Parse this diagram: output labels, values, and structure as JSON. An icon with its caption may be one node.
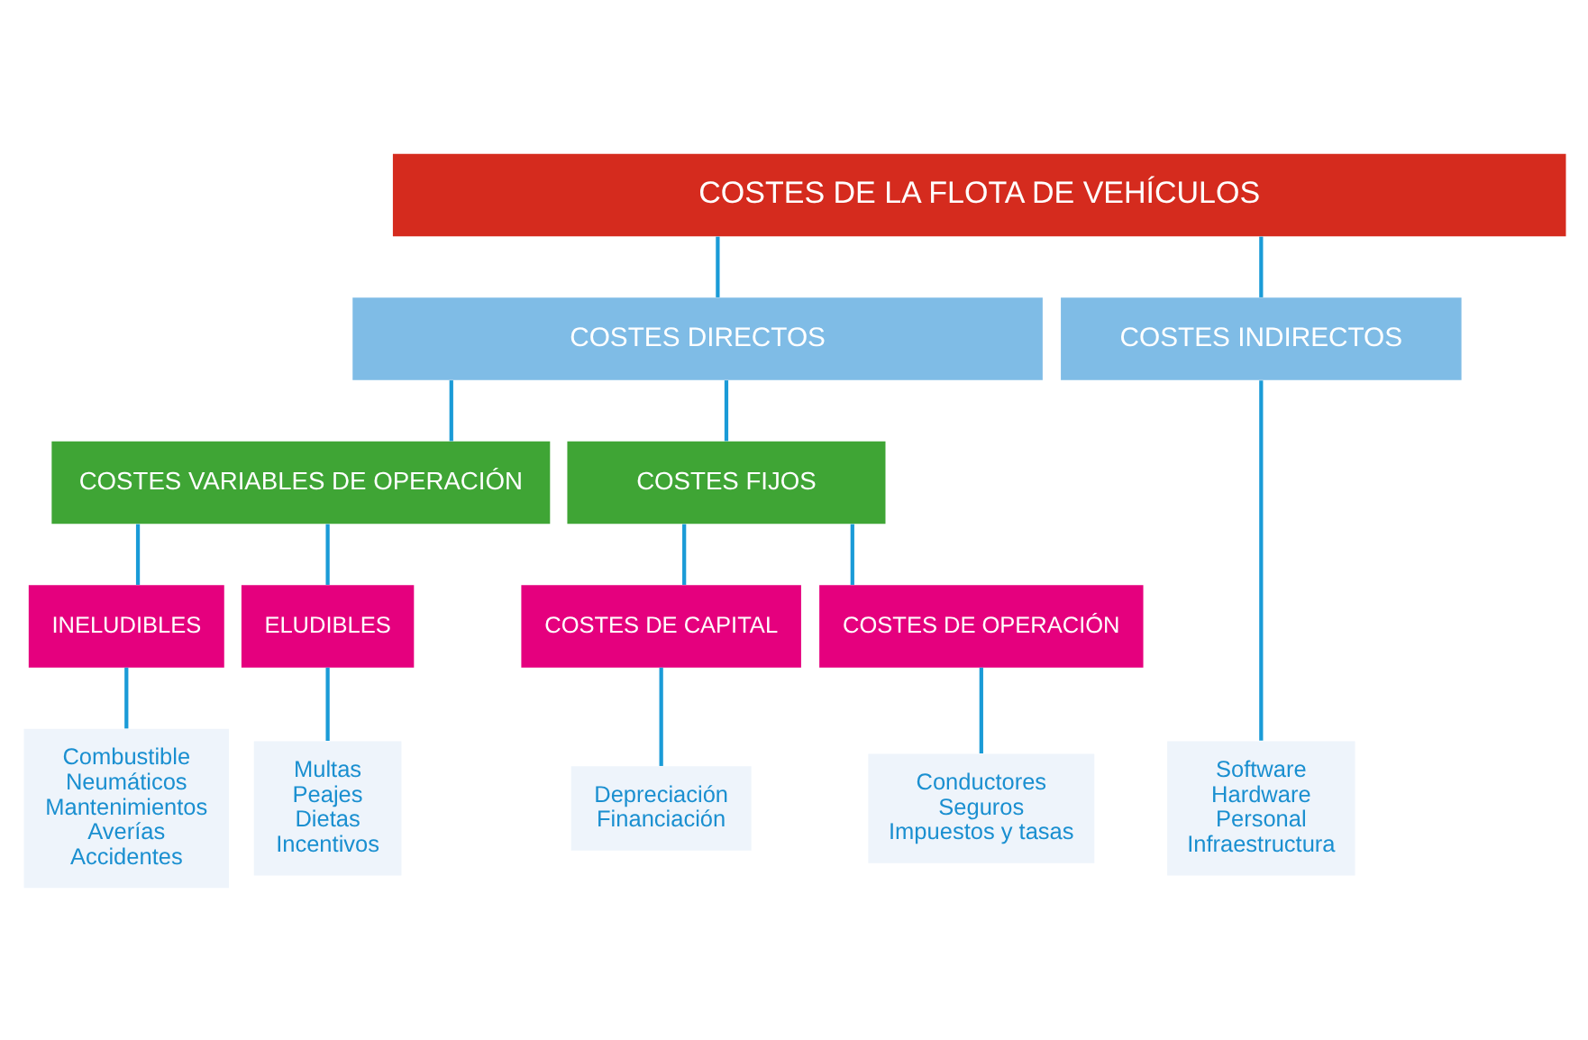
{
  "diagram": {
    "nodes": [
      {
        "text": [
          "COSTES DE LA FLOTA DE VEHÍCULOS"
        ]
      },
      {
        "text": [
          "COSTES DIRECTOS"
        ]
      },
      {
        "text": [
          "COSTES INDIRECTOS"
        ]
      },
      {
        "text": [
          "COSTES VARIABLES DE OPERACIÓN"
        ]
      },
      {
        "text": [
          "COSTES FIJOS"
        ]
      },
      {
        "text": [
          "INELUDIBLES"
        ]
      },
      {
        "text": [
          "ELUDIBLES"
        ]
      },
      {
        "text": [
          "COSTES DE CAPITAL"
        ]
      },
      {
        "text": [
          "COSTES DE OPERACIÓN"
        ]
      },
      {
        "text": [
          "Combustible",
          "Neumáticos",
          "Mantenimientos",
          "Averías",
          "Accidentes"
        ]
      },
      {
        "text": [
          "Multas",
          "Peajes",
          "Dietas",
          "Incentivos"
        ]
      },
      {
        "text": [
          "Depreciación",
          "Financiación"
        ]
      },
      {
        "text": [
          "Conductores",
          "Seguros",
          "Impuestos y tasas"
        ]
      },
      {
        "text": [
          "Software",
          "Hardware",
          "Personal",
          "Infraestructura"
        ]
      }
    ],
    "edges": [
      {
        "from": 0,
        "to": 1,
        "arrow": "none"
      },
      {
        "from": 0,
        "to": 2,
        "arrow": "none"
      },
      {
        "from": 1,
        "to": 3,
        "arrow": "none"
      },
      {
        "from": 1,
        "to": 4,
        "arrow": "none"
      },
      {
        "from": 3,
        "to": 5,
        "arrow": "none"
      },
      {
        "from": 3,
        "to": 6,
        "arrow": "none"
      },
      {
        "from": 4,
        "to": 7,
        "arrow": "none"
      },
      {
        "from": 4,
        "to": 8,
        "arrow": "none"
      },
      {
        "from": 5,
        "to": 9,
        "arrow": "none"
      },
      {
        "from": 6,
        "to": 10,
        "arrow": "none"
      },
      {
        "from": 7,
        "to": 11,
        "arrow": "none"
      },
      {
        "from": 8,
        "to": 12,
        "arrow": "none"
      },
      {
        "from": 2,
        "to": 13,
        "arrow": "none"
      }
    ]
  }
}
